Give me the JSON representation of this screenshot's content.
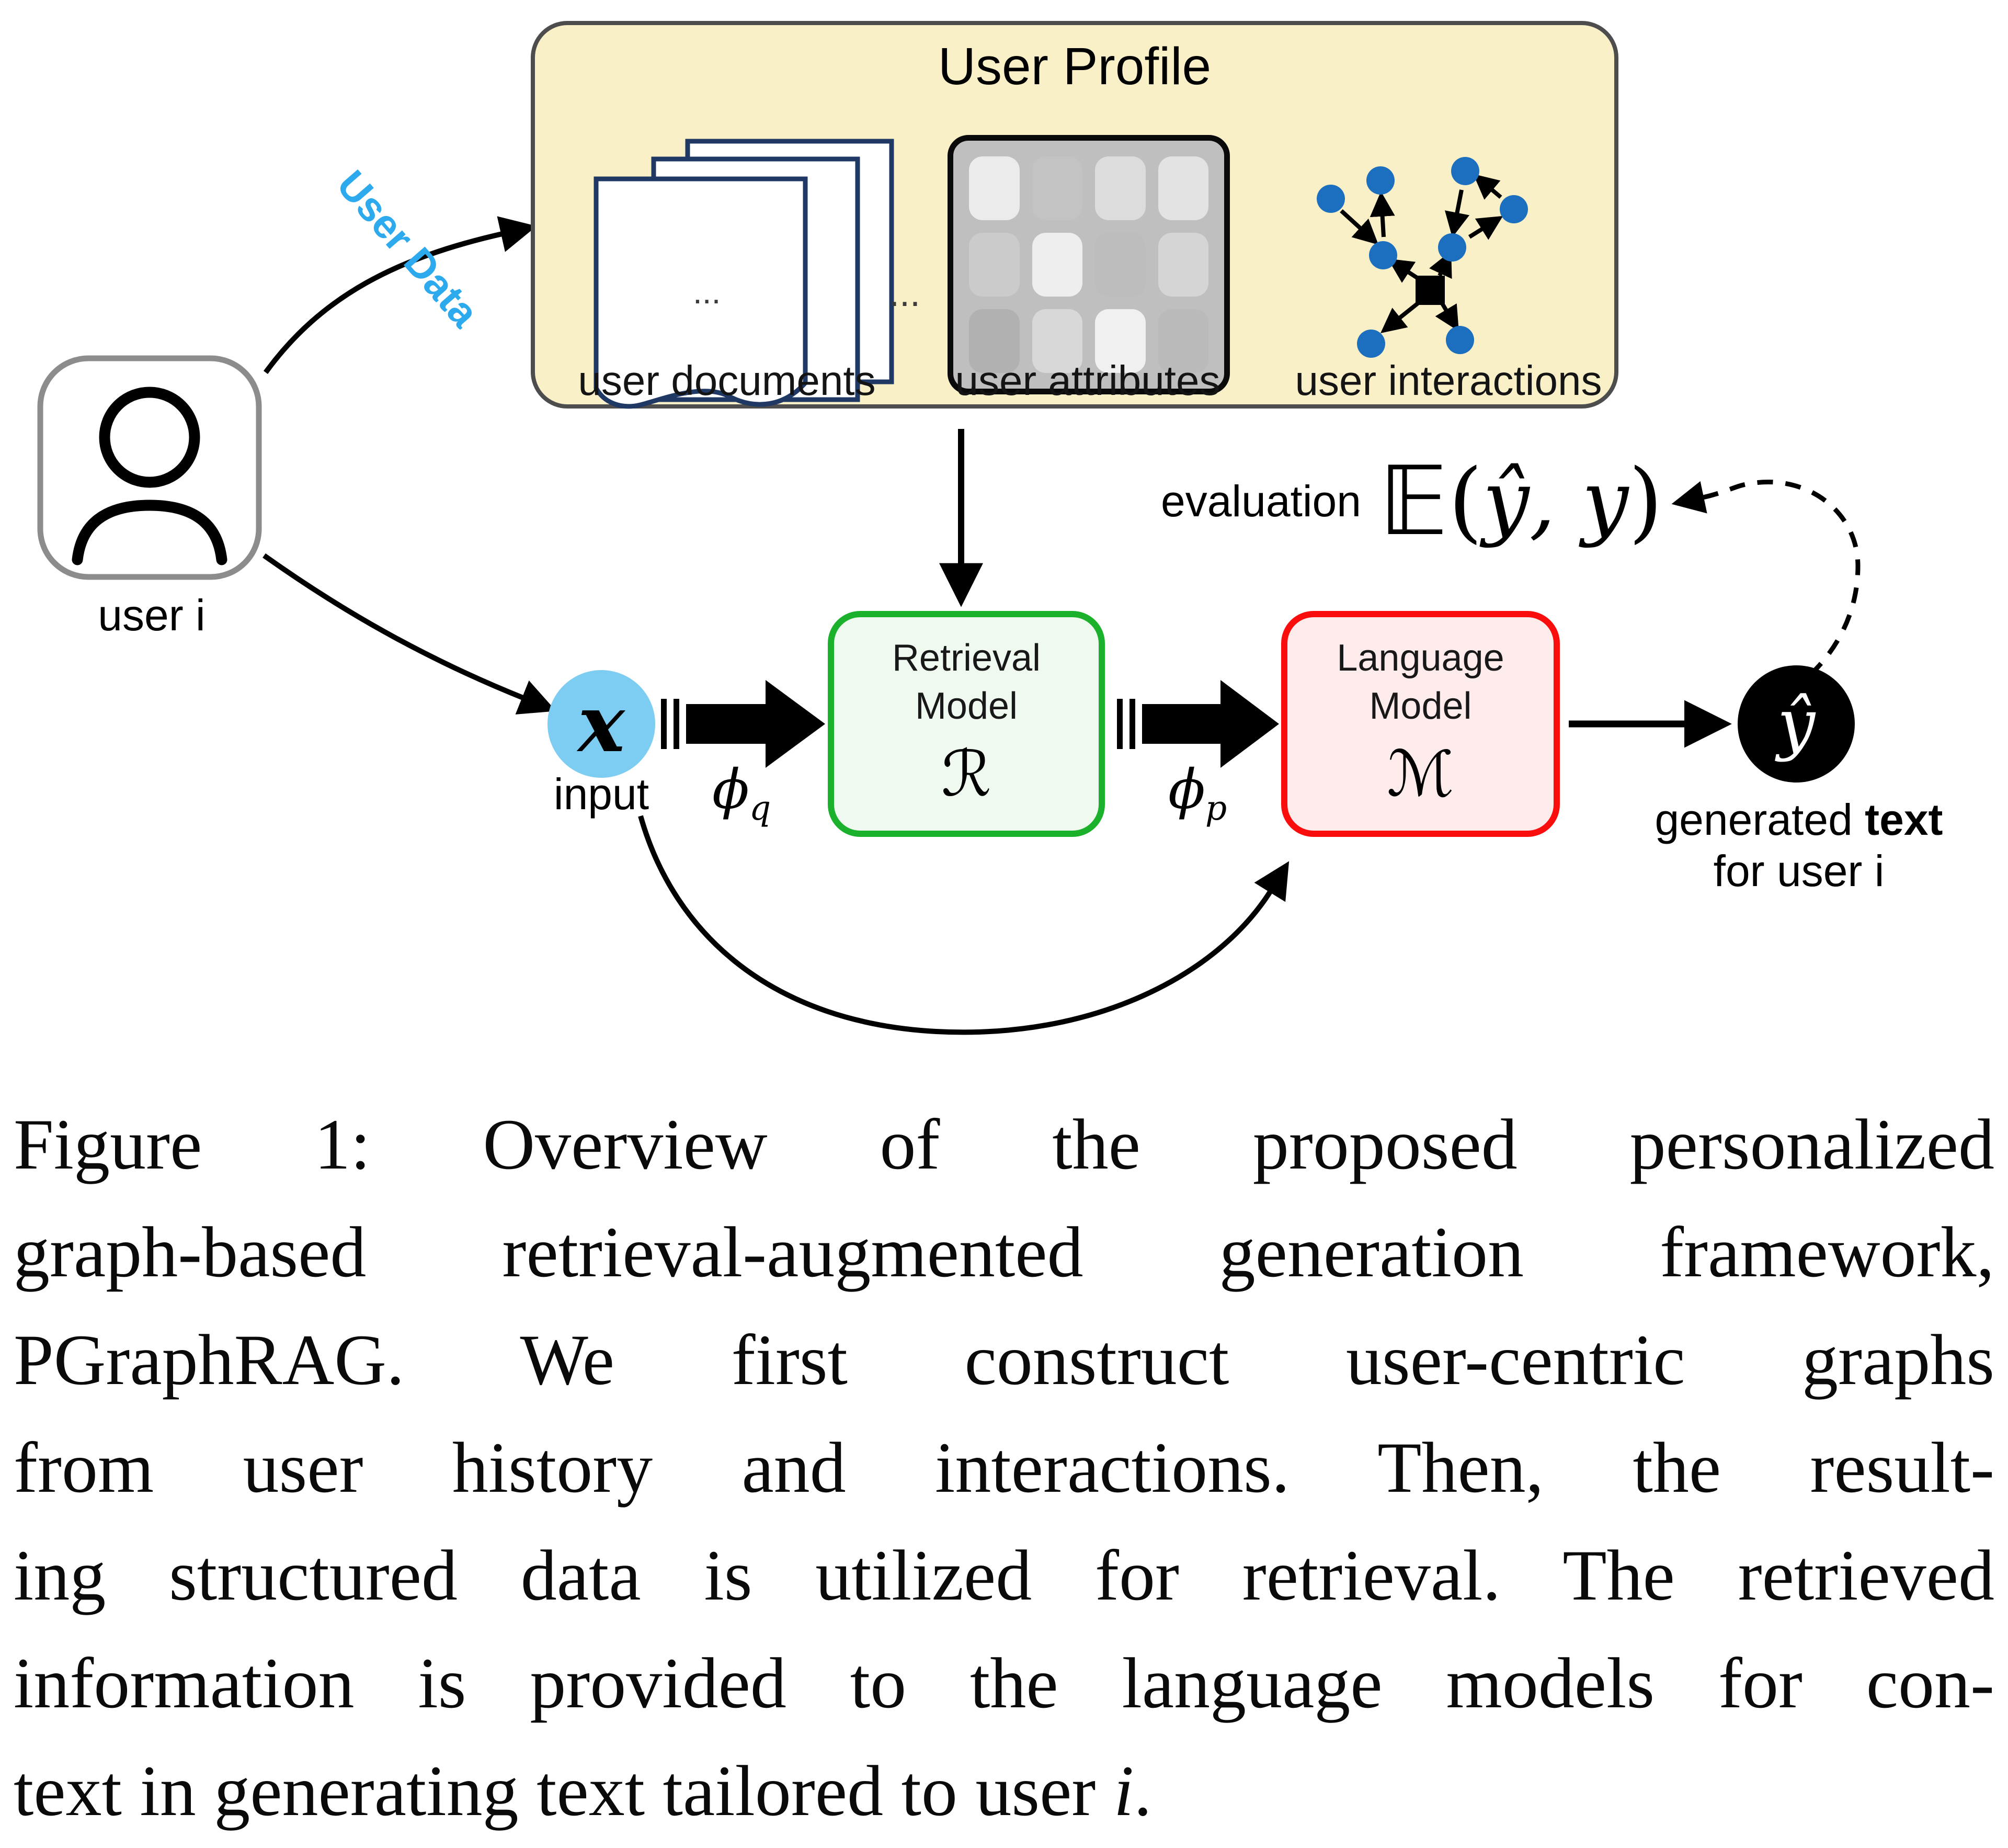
{
  "figure": {
    "user": {
      "label": "user i"
    },
    "user_data_arrow_label": "User Data",
    "user_profile": {
      "title": "User Profile",
      "documents_label": "user documents",
      "attributes_label": "user attributes",
      "interactions_label": "user interactions",
      "documents_dots": "...",
      "between_dots": "..."
    },
    "input": {
      "symbol": "x",
      "label": "input"
    },
    "edges": {
      "phi_q_base": "ϕ",
      "phi_q_sub": "q",
      "phi_p_base": "ϕ",
      "phi_p_sub": "p"
    },
    "retrieval_model": {
      "line1": "Retrieval",
      "line2": "Model",
      "symbol": "ℛ"
    },
    "language_model": {
      "line1": "Language",
      "line2": "Model",
      "symbol": "ℳ"
    },
    "evaluation": {
      "label": "evaluation",
      "expr_bb": "𝔼",
      "expr_open": "(",
      "expr_args": "ŷ, y",
      "expr_close": ")"
    },
    "output": {
      "symbol": "ŷ",
      "line1_regular": "generated ",
      "line1_bold": "text",
      "line2": "for user i"
    }
  },
  "caption": {
    "line1": "Figure 1: Overview of the proposed personalized",
    "line2": "graph-based retrieval-augmented generation framework,",
    "line3": "PGraphRAG. We first construct user-centric graphs",
    "line4": "from user history and interactions. Then, the result-",
    "line5": "ing structured data is utilized for retrieval. The retrieved",
    "line6": "information is provided to the language models for con-",
    "line7_pre": "text in generating text tailored to user ",
    "line7_italic": "i",
    "line7_post": "."
  },
  "colors": {
    "profile_box_fill": "#faf0c8",
    "profile_box_border": "#4d4d4d",
    "retrieval_border": "#1cb12c",
    "retrieval_fill": "#f0f9ef",
    "language_border": "#fa0d0d",
    "language_fill": "#fdeceb",
    "input_circle_fill": "#7dcdf2",
    "output_circle_fill": "#000000",
    "user_data_text": "#2da9ee",
    "interaction_node_blue": "#1c6fbe",
    "document_outline_navy": "#1f3864",
    "attributes_grid_bg": "#bfbfbf"
  }
}
